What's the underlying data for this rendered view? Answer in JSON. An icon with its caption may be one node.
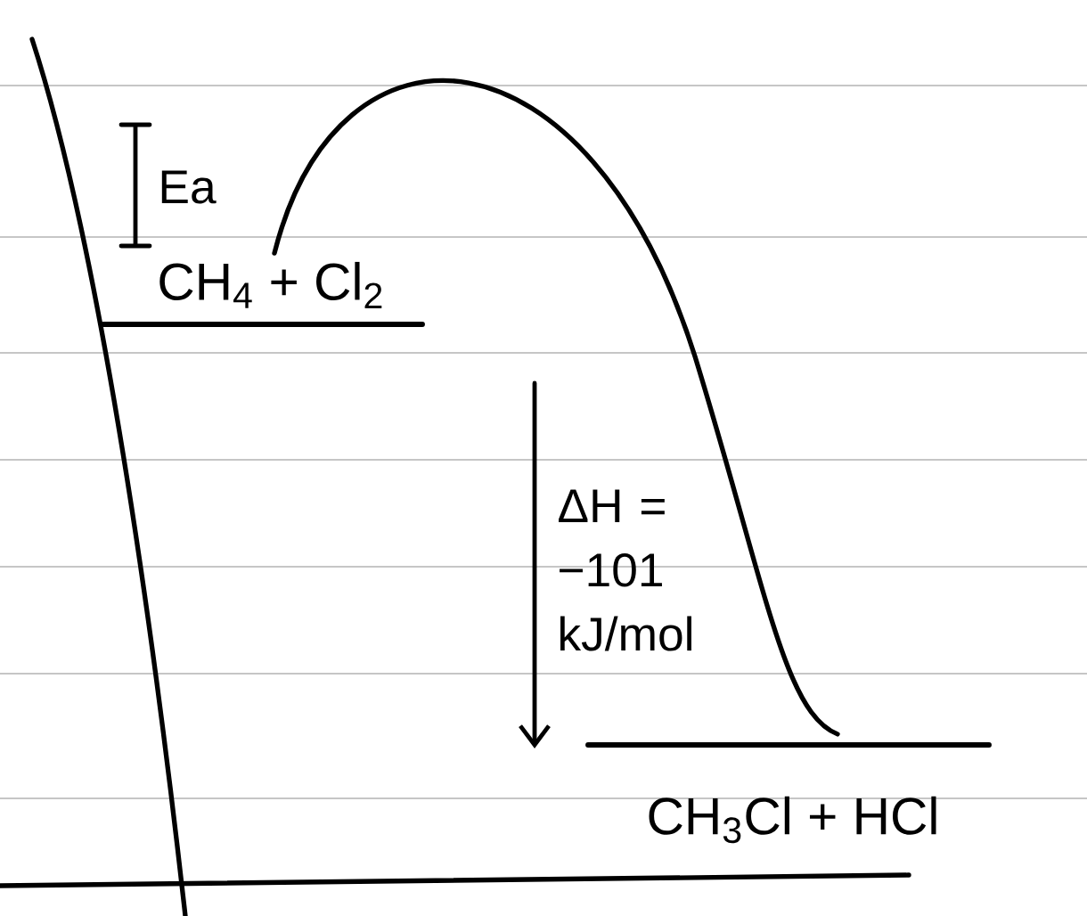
{
  "diagram": {
    "nodes": [
      {
        "text": [
          "CH$_{4}$ + Cl$_{2}$"
        ]
      },
      {
        "text": [
          "CH$_{3}$Cl + HCl"
        ]
      }
    ],
    "edges": [
      {
        "from": 0,
        "to": 1,
        "arrow": "none"
      }
    ],
    "labels": [
      "Ea",
      "ΔH = −101 kJ/mol"
    ]
  }
}
